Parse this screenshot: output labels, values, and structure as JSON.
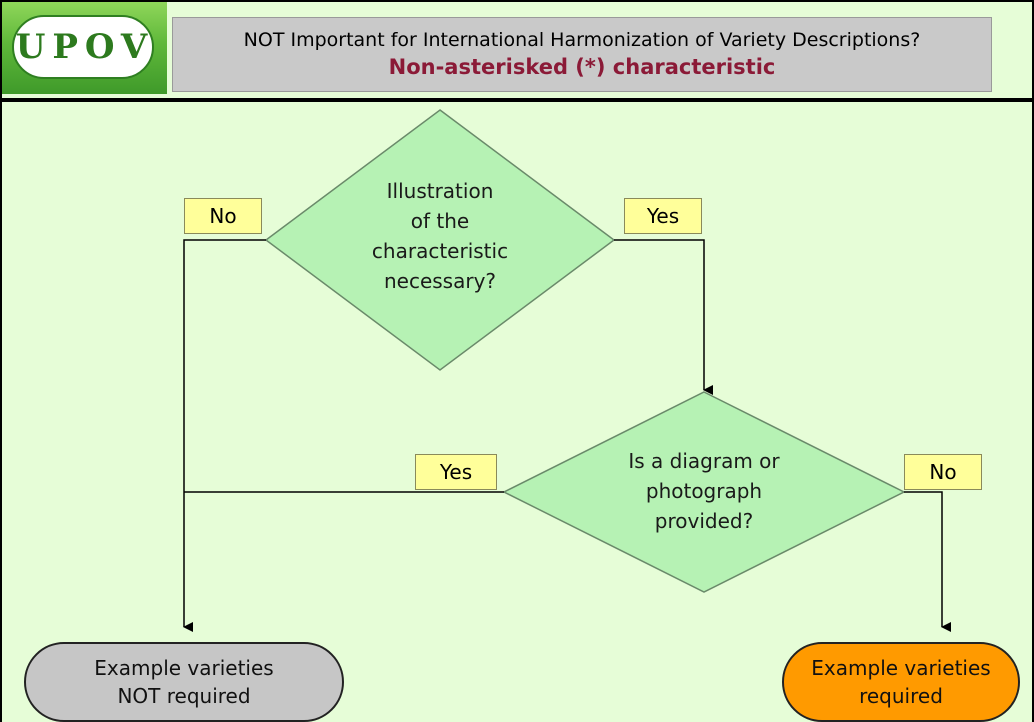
{
  "header": {
    "logo_text": "UPOV",
    "title": "NOT Important for International Harmonization of Variety Descriptions?",
    "subtitle": "Non-asterisked (*) characteristic"
  },
  "decision1": {
    "lines": [
      "Illustration",
      "of the",
      "characteristic",
      "necessary?"
    ],
    "no_label": "No",
    "yes_label": "Yes"
  },
  "decision2": {
    "lines": [
      "Is a diagram or",
      "photograph",
      "provided?"
    ],
    "yes_label": "Yes",
    "no_label": "No"
  },
  "outcome_not_required": {
    "line1": "Example varieties",
    "line2": "NOT required"
  },
  "outcome_required": {
    "line1": "Example varieties",
    "line2": "required"
  },
  "colors": {
    "background": "#e6fdd7",
    "decision_fill": "#b6f2b4",
    "label_fill": "#ffff9a",
    "not_required_fill": "#c6c6c6",
    "required_fill": "#ff9a00",
    "subtitle_color": "#8b1a37"
  }
}
